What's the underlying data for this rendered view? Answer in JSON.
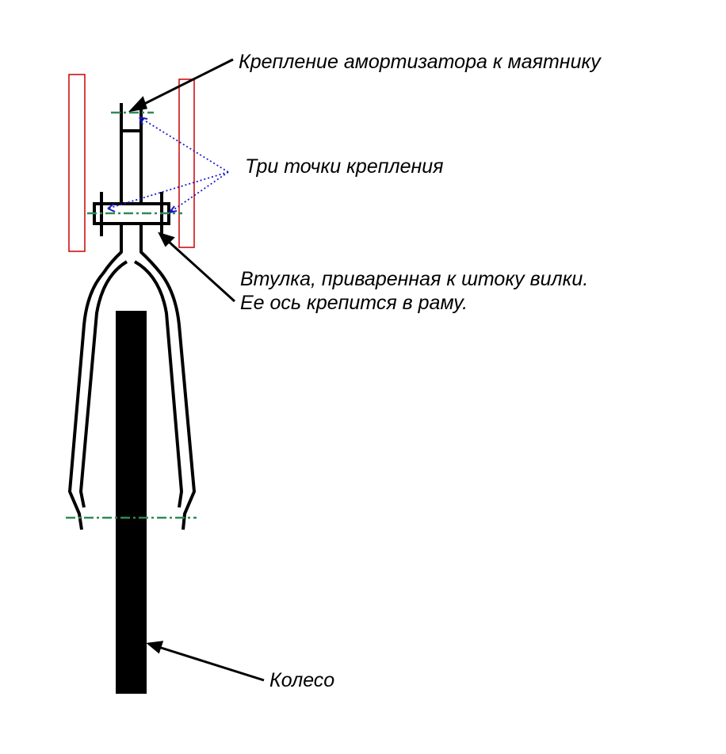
{
  "labels": {
    "shock_mount": "Крепление амортизатора к маятнику",
    "three_points": "Три точки крепления",
    "bushing_line1": "Втулка, приваренная к штоку вилки.",
    "bushing_line2": "Ее ось крепится в раму.",
    "wheel": "Колесо"
  },
  "colors": {
    "structure": "#000000",
    "axis": "#2e8b57",
    "frame": "#cc0000",
    "pointer": "#1a1acc",
    "background": "#ffffff"
  }
}
